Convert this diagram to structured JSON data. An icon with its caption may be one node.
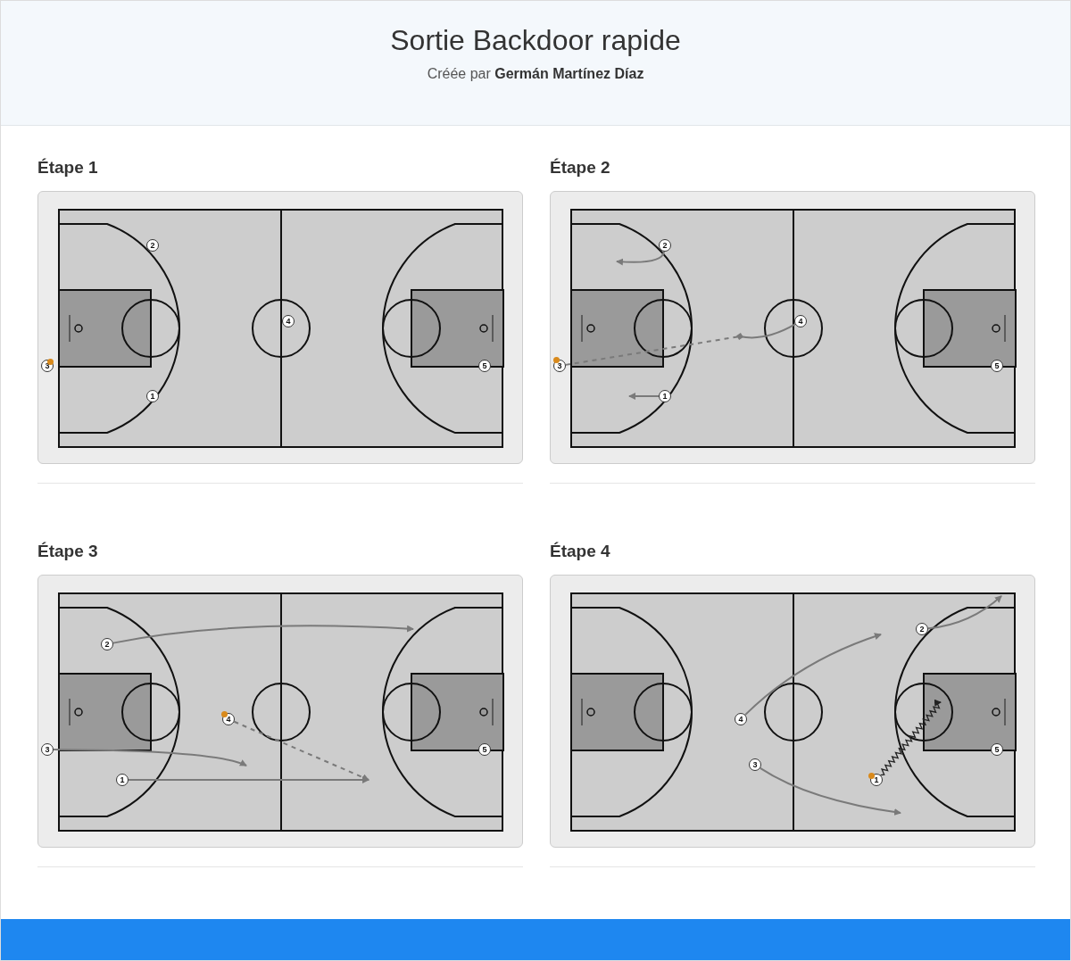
{
  "diagram": {
    "title": "Sortie Backdoor rapide",
    "caption": "Créée par **Germán Martínez Díaz**",
    "nodes": [
      {
        "text": [
          "Étape 1"
        ]
      },
      {
        "text": [
          "1"
        ],
        "in": 0
      },
      {
        "text": [
          "2"
        ],
        "in": 0
      },
      {
        "text": [
          "3"
        ],
        "in": 0
      },
      {
        "text": [
          "4"
        ],
        "in": 0
      },
      {
        "text": [
          "5"
        ],
        "in": 0
      },
      {
        "text": [
          "Étape 2"
        ]
      },
      {
        "text": [
          "1"
        ],
        "in": 6
      },
      {
        "text": [
          "2"
        ],
        "in": 6
      },
      {
        "text": [
          "3"
        ],
        "in": 6
      },
      {
        "text": [
          "4"
        ],
        "in": 6
      },
      {
        "text": [
          "5"
        ],
        "in": 6
      },
      {
        "text": [
          "Étape 3"
        ]
      },
      {
        "text": [
          "1"
        ],
        "in": 12
      },
      {
        "text": [
          "2"
        ],
        "in": 12
      },
      {
        "text": [
          "3"
        ],
        "in": 12
      },
      {
        "text": [
          "4"
        ],
        "in": 12
      },
      {
        "text": [
          "5"
        ],
        "in": 12
      },
      {
        "text": [
          "Étape 4"
        ]
      },
      {
        "text": [
          "1"
        ],
        "in": 18
      },
      {
        "text": [
          "2"
        ],
        "in": 18
      },
      {
        "text": [
          "3"
        ],
        "in": 18
      },
      {
        "text": [
          "4"
        ],
        "in": 18
      },
      {
        "text": [
          "5"
        ],
        "in": 18
      }
    ],
    "edges": [
      {
        "from": 8,
        "to": null,
        "arrow": "to"
      },
      {
        "from": 7,
        "to": null,
        "arrow": "to"
      },
      {
        "from": 10,
        "to": null,
        "arrow": "other"
      },
      {
        "from": 9,
        "to": null,
        "arrow": "none",
        "style": "dashed"
      },
      {
        "from": 14,
        "to": null,
        "arrow": "to"
      },
      {
        "from": 15,
        "to": null,
        "arrow": "to"
      },
      {
        "from": 13,
        "to": null,
        "arrow": "to"
      },
      {
        "from": 16,
        "to": null,
        "arrow": "to",
        "style": "dashed"
      },
      {
        "from": 22,
        "to": null,
        "arrow": "to"
      },
      {
        "from": 20,
        "to": null,
        "arrow": "to"
      },
      {
        "from": 21,
        "to": null,
        "arrow": "to"
      },
      {
        "from": 19,
        "to": null,
        "arrow": "to",
        "color": "#222222"
      }
    ]
  }
}
